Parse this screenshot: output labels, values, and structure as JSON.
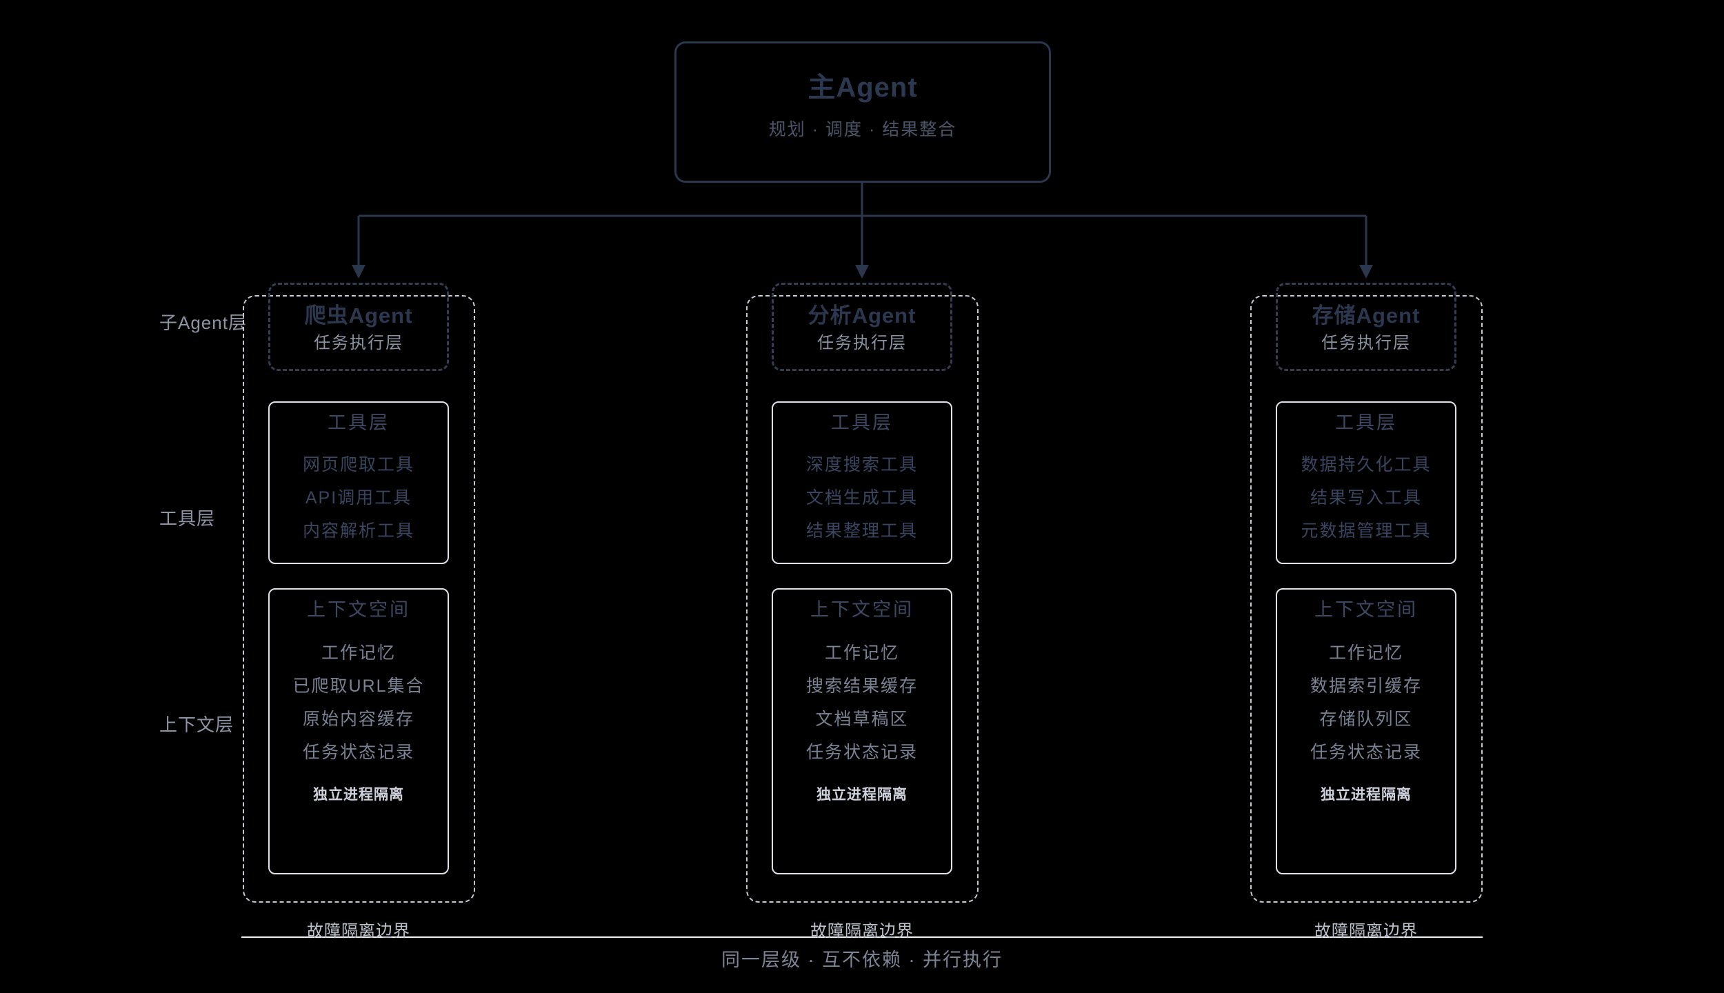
{
  "main_agent": {
    "title": "主Agent",
    "subtitle": "规划 · 调度 · 结果整合"
  },
  "layer_labels": {
    "subagent": "子Agent层",
    "tool": "工具层",
    "context": "上下文层"
  },
  "columns": [
    {
      "agent": {
        "title": "爬虫Agent",
        "subtitle": "任务执行层"
      },
      "tools": {
        "header": "工具层",
        "items": [
          "网页爬取工具",
          "API调用工具",
          "内容解析工具"
        ]
      },
      "context": {
        "header": "上下文空间",
        "items": [
          "工作记忆",
          "已爬取URL集合",
          "原始内容缓存",
          "任务状态记录"
        ],
        "isolation": "独立进程隔离"
      },
      "boundary_label": "故障隔离边界"
    },
    {
      "agent": {
        "title": "分析Agent",
        "subtitle": "任务执行层"
      },
      "tools": {
        "header": "工具层",
        "items": [
          "深度搜索工具",
          "文档生成工具",
          "结果整理工具"
        ]
      },
      "context": {
        "header": "上下文空间",
        "items": [
          "工作记忆",
          "搜索结果缓存",
          "文档草稿区",
          "任务状态记录"
        ],
        "isolation": "独立进程隔离"
      },
      "boundary_label": "故障隔离边界"
    },
    {
      "agent": {
        "title": "存储Agent",
        "subtitle": "任务执行层"
      },
      "tools": {
        "header": "工具层",
        "items": [
          "数据持久化工具",
          "结果写入工具",
          "元数据管理工具"
        ]
      },
      "context": {
        "header": "上下文空间",
        "items": [
          "工作记忆",
          "数据索引缓存",
          "存储队列区",
          "任务状态记录"
        ],
        "isolation": "独立进程隔离"
      },
      "boundary_label": "故障隔离边界"
    }
  ],
  "footer": {
    "caption": "同一层级 · 互不依赖 · 并行执行"
  },
  "colors": {
    "background": "#000000",
    "node_border": "#2b374d",
    "dark_text": "#2c3850",
    "tool_text": "#3a4560",
    "context_text": "#7a8294",
    "light_text": "#ced1db",
    "label_text": "#8d94a5",
    "boundary_line": "#eef0f4",
    "outer_dash": "#c6cad3"
  }
}
